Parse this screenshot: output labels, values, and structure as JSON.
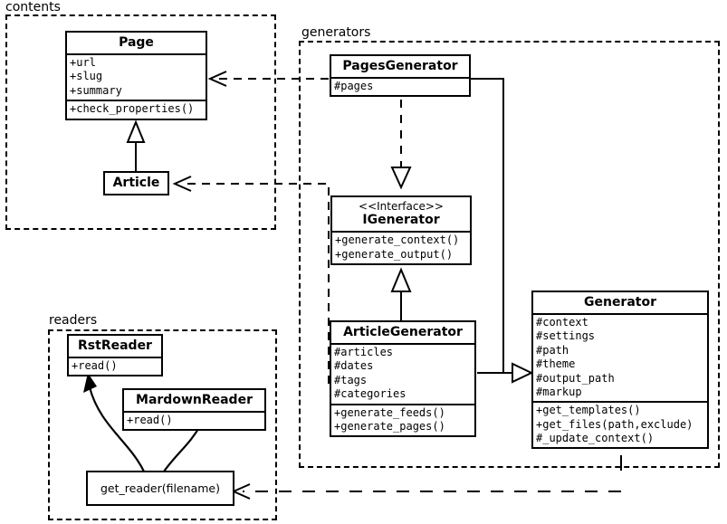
{
  "diagram": {
    "title": "Pelican static site generator class diagram",
    "type": "uml-class-diagram",
    "stroke_color": "#000000",
    "background_color": "#ffffff"
  },
  "packages": [
    {
      "id": "contents",
      "label": "contents"
    },
    {
      "id": "generators",
      "label": "generators"
    },
    {
      "id": "readers",
      "label": "readers"
    }
  ],
  "classes": {
    "page": {
      "name": "Page",
      "attributes": [
        "+url",
        "+slug",
        "+summary"
      ],
      "methods": [
        "+check_properties()"
      ]
    },
    "article": {
      "name": "Article",
      "attributes": [],
      "methods": []
    },
    "pages_generator": {
      "name": "PagesGenerator",
      "attributes": [
        "#pages"
      ],
      "methods": []
    },
    "igenerator": {
      "stereotype": "<<Interface>>",
      "name": "IGenerator",
      "attributes": [],
      "methods": [
        "+generate_context()",
        "+generate_output()"
      ]
    },
    "article_generator": {
      "name": "ArticleGenerator",
      "attributes": [
        "#articles",
        "#dates",
        "#tags",
        "#categories"
      ],
      "methods": [
        "+generate_feeds()",
        "+generate_pages()"
      ]
    },
    "generator": {
      "name": "Generator",
      "attributes": [
        "#context",
        "#settings",
        "#path",
        "#theme",
        "#output_path",
        "#markup"
      ],
      "methods": [
        "+get_templates()",
        "+get_files(path,exclude)",
        "#_update_context()"
      ]
    },
    "rst_reader": {
      "name": "RstReader",
      "attributes": [],
      "methods": [
        "+read()"
      ]
    },
    "mardown_reader": {
      "name": "MardownReader",
      "attributes": [],
      "methods": [
        "+read()"
      ]
    },
    "get_reader": {
      "name": "get_reader(filename)"
    }
  },
  "relationships": [
    {
      "from": "Article",
      "to": "Page",
      "type": "generalization",
      "style": "solid-hollow-triangle"
    },
    {
      "from": "PagesGenerator",
      "to": "Page",
      "type": "dependency",
      "style": "dashed-open-arrow"
    },
    {
      "from": "ArticleGenerator",
      "to": "Article",
      "type": "dependency",
      "style": "dashed-open-arrow"
    },
    {
      "from": "PagesGenerator",
      "to": "IGenerator",
      "type": "realization",
      "style": "dashed-hollow-triangle"
    },
    {
      "from": "ArticleGenerator",
      "to": "IGenerator",
      "type": "generalization",
      "style": "solid-hollow-triangle"
    },
    {
      "from": "PagesGenerator",
      "to": "Generator",
      "type": "generalization",
      "style": "solid-hollow-triangle"
    },
    {
      "from": "ArticleGenerator",
      "to": "Generator",
      "type": "generalization",
      "style": "solid-hollow-triangle"
    },
    {
      "from": "Generator",
      "to": "get_reader(filename)",
      "type": "dependency",
      "style": "dashed-open-arrow"
    },
    {
      "from": "get_reader(filename)",
      "to": "RstReader",
      "type": "creates",
      "style": "curved-solid-arrow"
    },
    {
      "from": "get_reader(filename)",
      "to": "MardownReader",
      "type": "creates",
      "style": "curved-solid-arrow"
    }
  ]
}
